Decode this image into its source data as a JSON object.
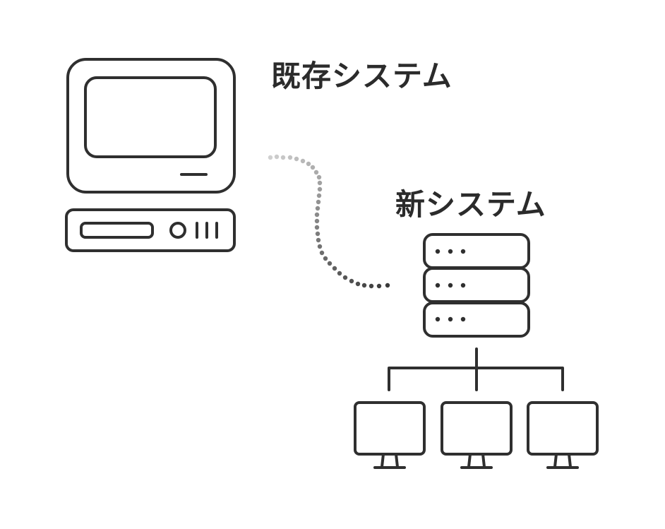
{
  "labels": {
    "legacy_system": "既存システム",
    "new_system": "新システム"
  },
  "colors": {
    "stroke": "#2f2f2f",
    "connector_start": "#d0d0d0",
    "connector_end": "#3a3a3a",
    "background": "#ffffff"
  },
  "icons": {
    "legacy": "retro-desktop-computer-icon",
    "server": "server-stack-icon",
    "client": "monitor-icon",
    "connector": "dotted-migration-path"
  },
  "server_units": 3,
  "client_monitors": 3
}
